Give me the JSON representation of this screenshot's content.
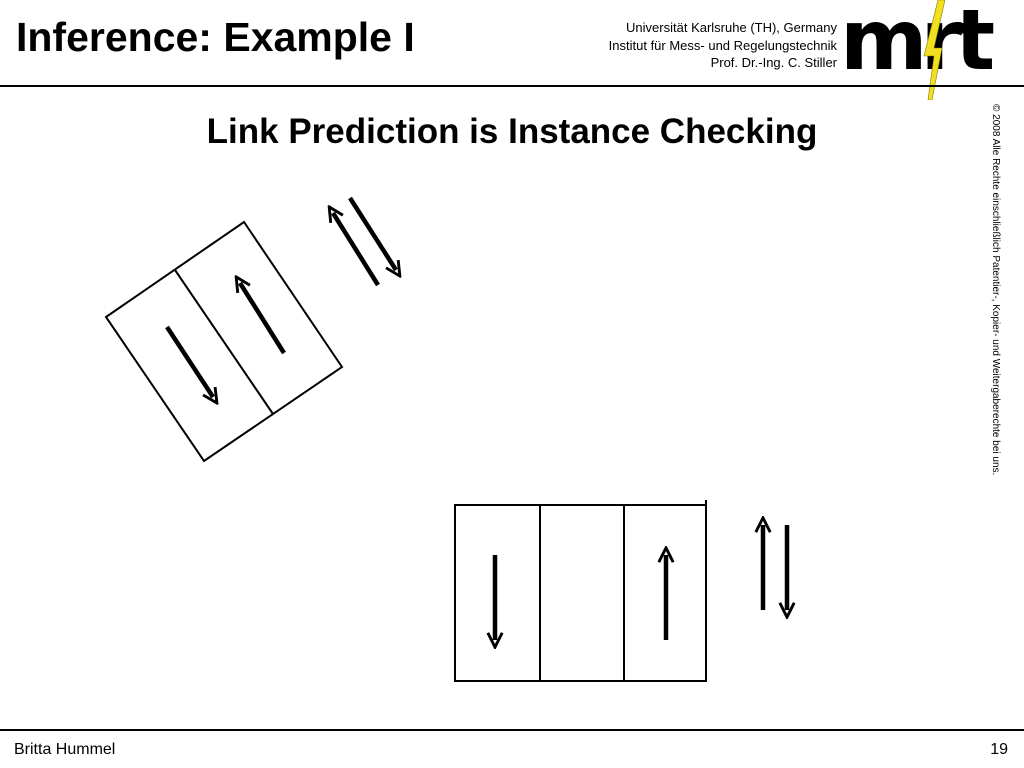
{
  "header": {
    "title": "Inference: Example I",
    "institution": {
      "line1": "Universität Karlsruhe (TH), Germany",
      "line2": "Institut für Mess- und Regelungstechnik",
      "line3": "Prof. Dr.-Ing. C. Stiller"
    },
    "logo": {
      "text": "mrt",
      "icon": "mrt-logo",
      "accent_color": "#f0e020"
    }
  },
  "main": {
    "subtitle": "Link Prediction is Instance Checking",
    "figures": [
      {
        "name": "rotated-two-cell-box",
        "icons": [
          "arrow-down-icon",
          "arrow-up-icon"
        ],
        "side_icon": "arrows-up-down-icon"
      },
      {
        "name": "three-cell-box",
        "icons": [
          "arrow-down-icon",
          "empty-cell",
          "arrow-up-icon"
        ],
        "side_icon": "arrows-up-down-icon"
      }
    ]
  },
  "side": {
    "copyright": "© 2008 Alle Rechte einschließlich Patentier-, Kopier- und Weitergaberechte bei uns."
  },
  "footer": {
    "author": "Britta Hummel",
    "page_number": "19"
  }
}
